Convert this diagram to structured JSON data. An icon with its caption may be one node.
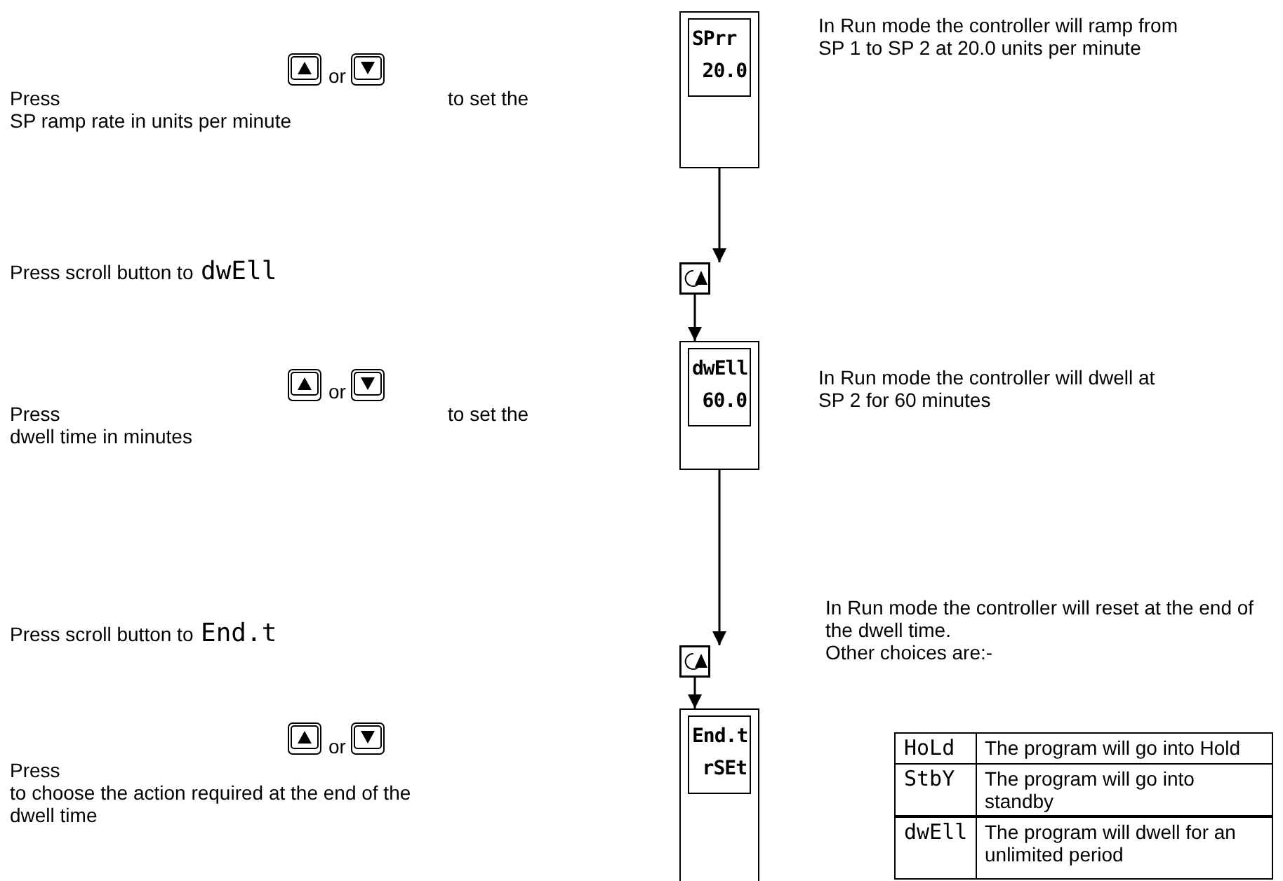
{
  "diagram": {
    "nodes": [
      {
        "text": [
          "SPrr",
          "20.0"
        ],
        "beside": [
          "In Run mode the controller will ramp from SP 1 to SP 2 at 20.0 units per minute"
        ]
      },
      {
        "text": [],
        "shape": "picture"
      },
      {
        "text": [
          "dwEll",
          "60.0"
        ],
        "beside": [
          "In Run mode the controller will dwell at SP 2 for 60 minutes"
        ]
      },
      {
        "text": [],
        "shape": "picture"
      },
      {
        "text": [
          "End.t",
          "rSEt"
        ],
        "beside": [
          "In Run mode the controller will reset at the end of the dwell time.",
          "Other choices are:-"
        ]
      }
    ],
    "edges": [
      {
        "from": 0,
        "to": 1,
        "arrow": "to"
      },
      {
        "from": 1,
        "to": 2,
        "arrow": "to"
      },
      {
        "from": 2,
        "to": 3,
        "arrow": "to"
      },
      {
        "from": 3,
        "to": 4,
        "arrow": "to"
      }
    ],
    "labels": [
      "Press",
      "or",
      "to set the SP ramp rate in units per minute",
      "Press scroll button to",
      "dwEll",
      "Press",
      "or",
      "to set the dwell time in minutes",
      "Press scroll button to",
      "End.t",
      "Press",
      "or",
      "to choose the action required at the end of the dwell time",
      "HoLd",
      "The program will go into Hold",
      "StbY",
      "The program will go into standby",
      "dwEll",
      "The program will dwell for an unlimited period"
    ]
  }
}
